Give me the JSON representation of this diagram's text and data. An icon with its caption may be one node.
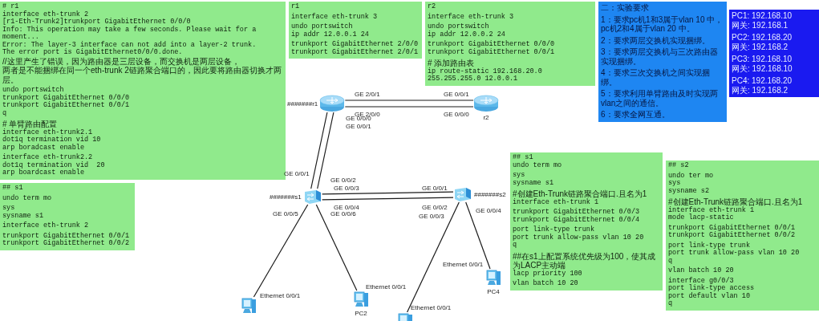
{
  "diagram": {
    "nodes": [
      {
        "text": [
          "# r1",
          "interface eth-trunk 2",
          "[r1-Eth-Trunk2]trunkport GigabitEthernet 0/0/0",
          "Info: This operation may take a few seconds. Please wait for a moment...",
          "Error: The layer-3 interface can not add into a layer-2 trunk.",
          "The error port is GigabitEthernet0/0/0.done.",
          "//这里产生了错误，因为路由器是三层设备，而交换机是两层设备，",
          "两者是不能捆绑在同一个eth-trunk 2链路聚合端口的，因此要将路由器切换才两层。",
          "undo portswitch",
          "trunkport GigabitEthernet 0/0/0",
          "trunkport GigabitEthernet 0/0/1",
          "q",
          "# 单臂路由配置",
          "interface eth-trunk2.1",
          "dot1q termination vid 10",
          "arp boradcast enable",
          "interface eth-trunk2.2",
          "dot1q termination vid  20",
          "arp boardcast enable"
        ]
      },
      {
        "text": [
          "r1",
          "interface eth-trunk 3",
          "undo portswitch",
          "ip addr 12.0.0.1 24",
          "trunkport GigabitEthernet 2/0/0",
          "trunkport GigabitEthernet 2/0/1"
        ]
      },
      {
        "text": [
          "r2",
          "interface eth-trunk 3",
          "undo portswitch",
          "ip addr 12.0.0.2 24",
          "trunkport GigabitEthernet 0/0/0",
          "trunkport GigabitEthernet 0/0/1",
          "# 添加路由表",
          "ip route-static 192.168.20.0 255.255.255.0 12.0.0.1"
        ]
      },
      {
        "text": [
          "二：实验要求",
          "1：要求pc机1和3属于vlan 10 中，pc机2和4属于vlan 20 中。",
          "2：要求两层交换机实现捆绑。",
          "3：要求两层交换机与三次路由器实现捆绑。",
          "4：要求三次交换机之间实现捆绑。",
          "5：要求利用单臂路由及时实现两vlan之间的通信。",
          "6：要求全网互通。"
        ]
      },
      {
        "text": [
          "PC1: 192.168.10",
          "网关: 192.168.1",
          "PC2: 192.168.20",
          "网关: 192.168.2",
          "PC3: 192.168.10",
          "网关: 192.168.10",
          "PC4: 192.168.20",
          "网关: 192.168.2"
        ]
      },
      {
        "text": [
          "## s1",
          "undo term mo",
          "sys",
          "sysname s1",
          "interface eth-trunk 2",
          "trunkport GigabitEthernet 0/0/1",
          "trunkport GigabitEthernet 0/0/2"
        ]
      },
      {
        "text": [
          "## s1",
          "undo term mo",
          "sys",
          "sysname s1",
          "#创建Eth-Trunk链路聚合端口.且名为1",
          "interface eth-trunk 1",
          "trunkport GigabitEthernet 0/0/3",
          "trunkport GigabitEthernet 0/0/4",
          "port link-type trunk",
          "port trunk allow-pass vlan 10 20",
          "q",
          "##在s1上配置系统优先级为100，使其成为LACP主动端",
          "lacp priority 100",
          "vlan batch 10 20"
        ]
      },
      {
        "text": [
          "## s2",
          "undo ter mo",
          "sys",
          "sysname s2",
          "#创建Eth-Trunk链路聚合端口.且名为1",
          "interface eth-trunk 1",
          "mode lacp-static",
          "trunkport GigabitEthernet 0/0/1",
          "trunkport GigabitEthernet 0/0/2",
          "port link-type trunk",
          "port trunk allow-pass vlan 10 20",
          "q",
          "vlan batch 10 20",
          "interface g0/0/3",
          "port link-type access",
          "port default vlan 10",
          "q"
        ]
      },
      {
        "text": [
          "#######r1"
        ]
      },
      {
        "text": [
          "r2"
        ]
      },
      {
        "text": [
          "#######s1"
        ]
      },
      {
        "text": [
          "#######s2"
        ]
      },
      {
        "text": [],
        "shape": "picture",
        "beside": [
          "Ethernet 0/0/1"
        ]
      },
      {
        "text": [
          "PC2"
        ],
        "beside": [
          "Ethernet 0/0/1"
        ]
      },
      {
        "text": [],
        "shape": "picture",
        "beside": [
          "Ethernet 0/0/1"
        ]
      },
      {
        "text": [
          "PC4"
        ],
        "beside": [
          "Ethernet 0/0/1"
        ]
      }
    ],
    "edges": [
      {
        "from": 8,
        "to": 9,
        "arrow": "none"
      },
      {
        "from": 8,
        "to": 9,
        "arrow": "none"
      },
      {
        "from": 8,
        "to": 10,
        "arrow": "none"
      },
      {
        "from": 8,
        "to": 10,
        "arrow": "none"
      },
      {
        "from": 10,
        "to": 11,
        "arrow": "none"
      },
      {
        "from": 10,
        "to": 11,
        "arrow": "none"
      },
      {
        "from": 10,
        "to": 12,
        "arrow": "none"
      },
      {
        "from": 10,
        "to": 13,
        "arrow": "none"
      },
      {
        "from": 11,
        "to": 14,
        "arrow": "none"
      },
      {
        "from": 11,
        "to": 15,
        "arrow": "none"
      }
    ],
    "labels": [
      "GE 2/0/1",
      "GE 2/0/0",
      "GE 0/0/0",
      "GE 0/0/1",
      "GE 0/0/0",
      "GE 0/0/1",
      "GE 0/0/1",
      "GE 0/0/2",
      "GE 0/0/3",
      "GE 0/0/4",
      "GE 0/0/5",
      "GE 0/0/6",
      "GE 0/0/1",
      "GE 0/0/2",
      "GE 0/0/3",
      "GE 0/0/4"
    ]
  }
}
